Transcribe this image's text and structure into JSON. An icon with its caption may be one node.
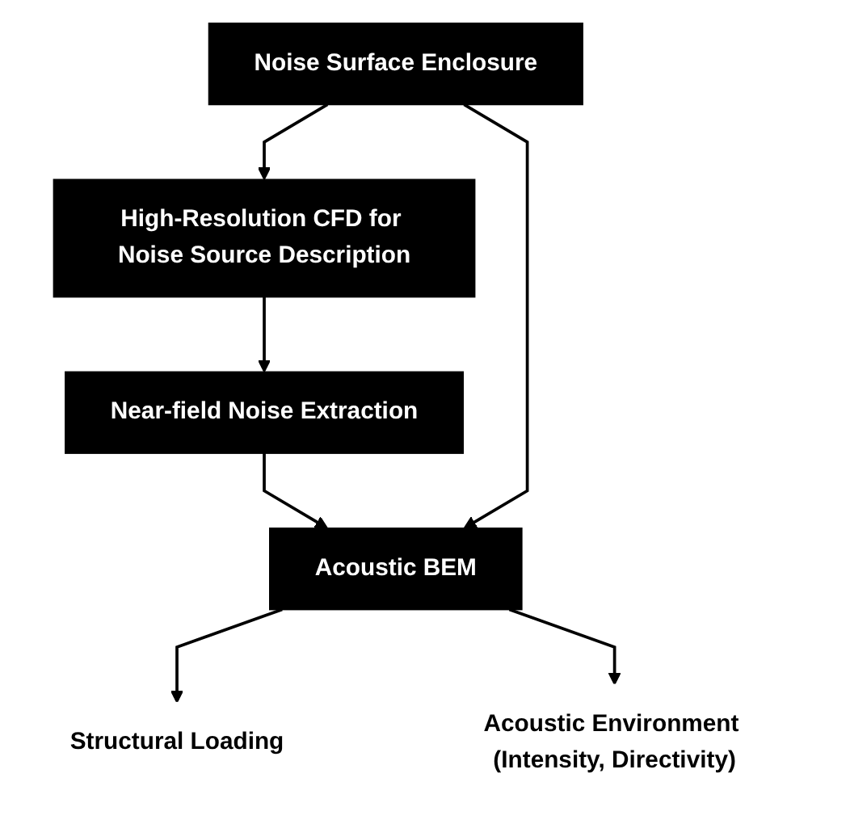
{
  "diagram": {
    "nodes": [
      {
        "text": [
          "High-Resolution CFD for Noise Source Description"
        ]
      },
      {
        "text": [
          "Near-field Noise Extraction"
        ]
      },
      {
        "text": [
          "Noise Surface Enclosure"
        ]
      },
      {
        "text": [
          "Acoustic BEM"
        ]
      },
      {
        "text": [
          "Structural Loading"
        ]
      },
      {
        "text": [
          "Acoustic Environment (Intensity, Directivity)"
        ]
      }
    ],
    "edges": [
      {
        "from": 0,
        "to": 1,
        "arrow": "to"
      },
      {
        "from": 2,
        "to": 0,
        "arrow": "to"
      },
      {
        "from": 1,
        "to": 3,
        "arrow": "to"
      },
      {
        "from": 2,
        "to": 3,
        "arrow": "to"
      },
      {
        "from": 3,
        "to": 4,
        "arrow": "to"
      },
      {
        "from": 3,
        "to": 5,
        "arrow": "to"
      }
    ]
  }
}
